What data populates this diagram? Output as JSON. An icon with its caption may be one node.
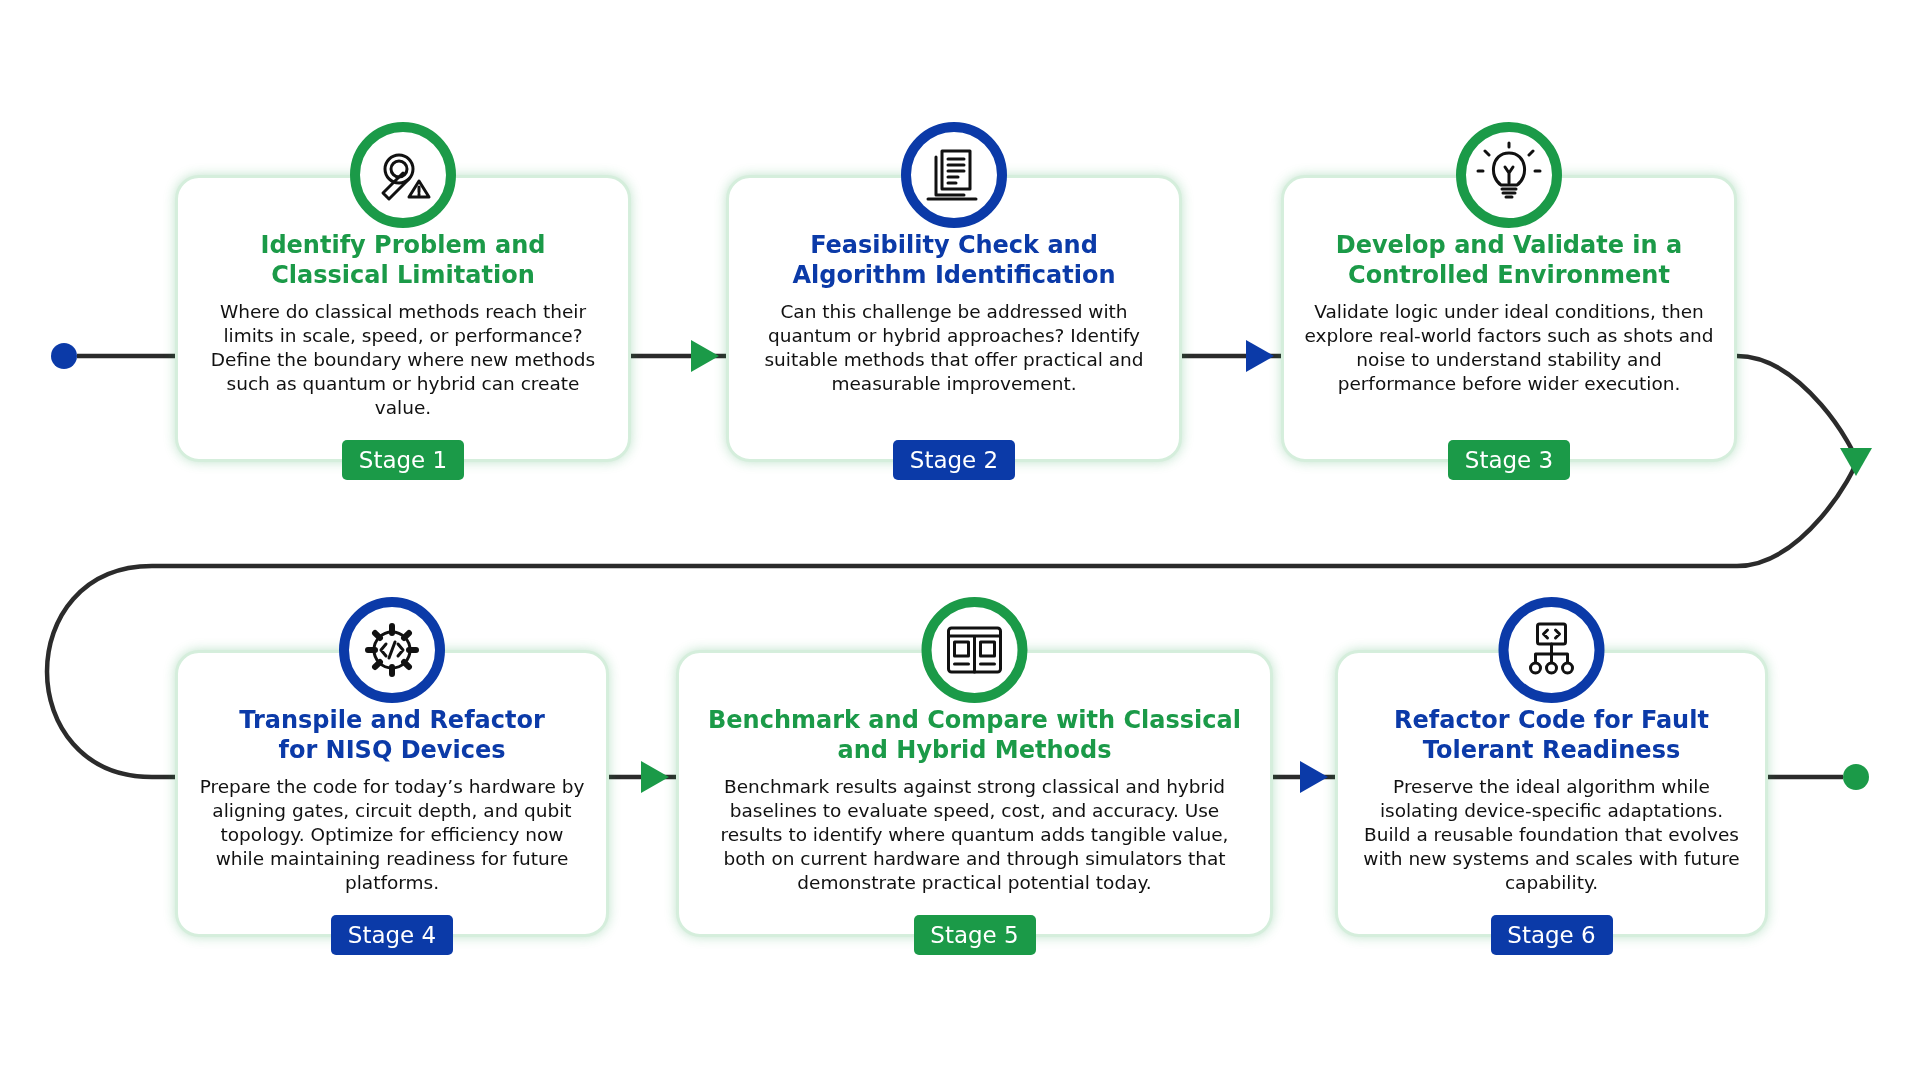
{
  "diagram": {
    "nodes": [
      {
        "text": [],
        "shape": "circle"
      },
      {
        "text": [
          "Identify Problem and Classical Limitation",
          "Where do classical methods reach their limits in scale, speed, or performance? Define the boundary where new methods such as quantum or hybrid can create value."
        ]
      },
      {
        "text": [
          "Stage 1"
        ]
      },
      {
        "text": [
          "Feasibility Check and Algorithm Identification",
          "Can this challenge be addressed with quantum or hybrid approaches? Identify suitable methods that offer practical and measurable improvement."
        ]
      },
      {
        "text": [
          "Stage 2"
        ]
      },
      {
        "text": [
          "Develop and Validate in a Controlled Environment",
          "Validate logic under ideal conditions, then explore real-world factors such as shots and noise to understand stability and performance before wider execution."
        ]
      },
      {
        "text": [
          "Stage 3"
        ]
      },
      {
        "text": [
          "Transpile and Refactor for NISQ Devices",
          "Prepare the code for today’s hardware by aligning gates, circuit depth, and qubit topology. Optimize for efficiency now while maintaining readiness for future platforms."
        ]
      },
      {
        "text": [
          "Stage 4"
        ]
      },
      {
        "text": [
          "Benchmark and Compare with Classical and Hybrid Methods",
          "Benchmark results against strong classical and hybrid baselines to evaluate speed, cost, and accuracy. Use results to identify where quantum adds tangible value, both on current hardware and through simulators that demonstrate practical potential today."
        ]
      },
      {
        "text": [
          "Stage 5"
        ]
      },
      {
        "text": [
          "Refactor Code for Fault Tolerant Readiness",
          "Preserve the ideal algorithm while isolating device-specific adaptations. Build a reusable foundation that evolves with new systems and scales with future capability."
        ]
      },
      {
        "text": [
          "Stage 6"
        ]
      },
      {
        "text": [],
        "shape": "circle"
      }
    ],
    "edges": [
      {
        "from": 0,
        "to": 1,
        "arrow": "none"
      },
      {
        "from": 1,
        "to": 3,
        "arrow": "to"
      },
      {
        "from": 3,
        "to": 5,
        "arrow": "to"
      },
      {
        "from": 5,
        "to": 7,
        "arrow": "to"
      },
      {
        "from": 7,
        "to": 9,
        "arrow": "to"
      },
      {
        "from": 9,
        "to": 11,
        "arrow": "to"
      },
      {
        "from": 11,
        "to": 13,
        "arrow": "none"
      }
    ]
  }
}
